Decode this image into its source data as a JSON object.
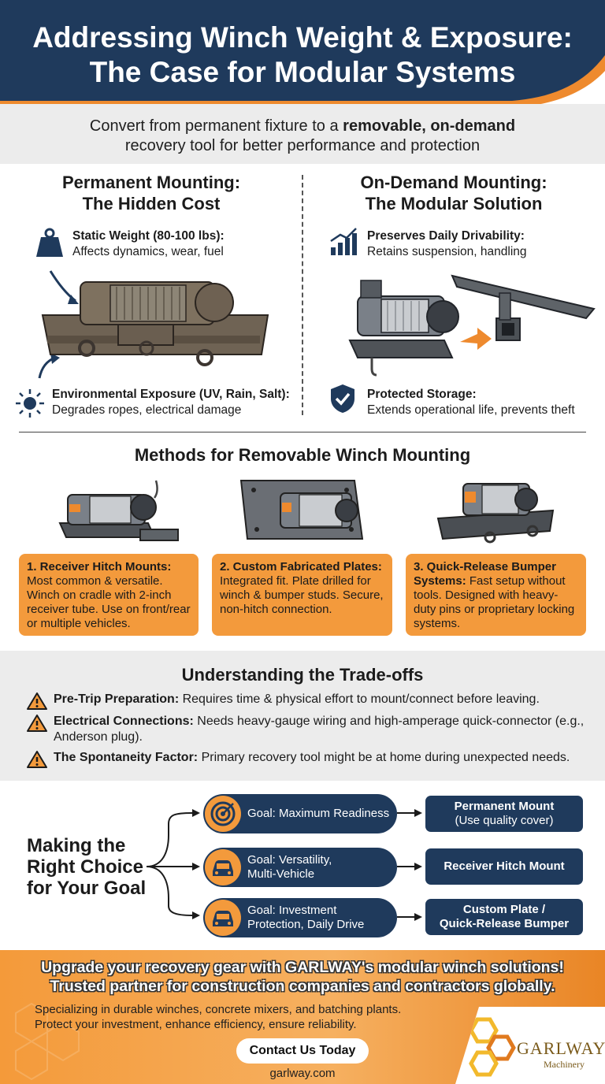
{
  "header": {
    "title_line1": "Addressing Winch Weight & Exposure:",
    "title_line2": "The Case for Modular Systems"
  },
  "intro": {
    "pre": "Convert from permanent fixture to a ",
    "bold": "removable, on-demand",
    "line2": "recovery tool for better performance and protection"
  },
  "left": {
    "title_line1": "Permanent Mounting:",
    "title_line2": "The Hidden Cost",
    "f1_title": "Static Weight (80-100 lbs):",
    "f1_text": "Affects dynamics, wear, fuel",
    "f2_title": "Environmental Exposure (UV, Rain, Salt):",
    "f2_text": "Degrades ropes, electrical damage"
  },
  "right": {
    "title_line1": "On-Demand Mounting:",
    "title_line2": "The Modular Solution",
    "f1_title": "Preserves Daily Drivability:",
    "f1_text": "Retains suspension, handling",
    "f2_title": "Protected Storage:",
    "f2_text": "Extends operational life, prevents theft"
  },
  "methods": {
    "title": "Methods for Removable Winch Mounting",
    "m1_title": "1. Receiver Hitch Mounts:",
    "m1_text": "Most common & versatile. Winch on cradle with 2-inch receiver tube. Use on front/rear or multiple vehicles.",
    "m2_title": "2. Custom Fabricated Plates:",
    "m2_text": "Integrated fit. Plate drilled for winch & bumper studs. Secure, non-hitch connection.",
    "m3_title": "3. Quick-Release Bumper Systems:",
    "m3_text": "Fast setup without tools. Designed with heavy-duty pins or proprietary locking systems."
  },
  "tradeoffs": {
    "title": "Understanding the Trade-offs",
    "t1_title": "Pre-Trip Preparation:",
    "t1_text": " Requires time & physical effort to mount/connect before leaving.",
    "t2_title": "Electrical Connections:",
    "t2_text": " Needs heavy-gauge wiring and high-amperage quick-connector (e.g., Anderson plug).",
    "t3_title": "The Spontaneity Factor:",
    "t3_text": " Primary recovery tool might be at home during unexpected needs."
  },
  "choice": {
    "title_line1": "Making the",
    "title_line2": "Right Choice",
    "title_line3": "for Your Goal",
    "g1": "Goal: Maximum Readiness",
    "g2_line1": "Goal: Versatility,",
    "g2_line2": "Multi-Vehicle",
    "g3_line1": "Goal: Investment",
    "g3_line2": "Protection, Daily Drive",
    "r1_line1": "Permanent Mount",
    "r1_line2": "(Use quality cover)",
    "r2": "Receiver Hitch Mount",
    "r3_line1": "Custom Plate /",
    "r3_line2": "Quick-Release Bumper"
  },
  "footer": {
    "headline1": "Upgrade your recovery gear with GARLWAY's modular winch solutions!",
    "headline2": "Trusted partner for construction companies and contractors globally.",
    "line1": "Specializing in durable winches, concrete mixers, and batching plants.",
    "line2": "Protect your investment, enhance efficiency, ensure reliability.",
    "cta": "Contact Us Today",
    "site": "garlway.com",
    "logo_name": "GARLWAY",
    "logo_sub": "Machinery"
  },
  "colors": {
    "navy": "#1f3a5c",
    "orange": "#f39a3c",
    "light_gray": "#ececec"
  }
}
